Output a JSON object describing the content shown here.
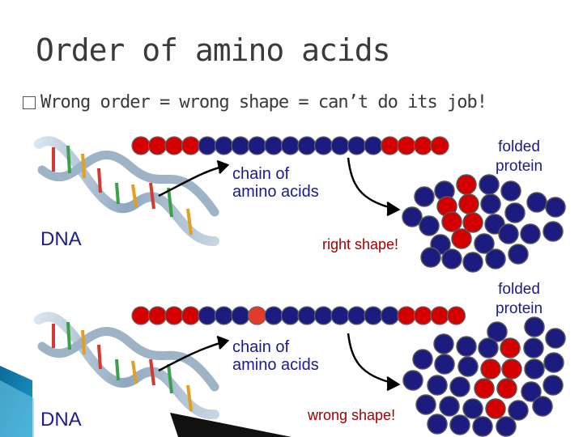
{
  "slide": {
    "title": "Order of amino acids",
    "bullet": "Wrong order = wrong shape = can’t do its job!"
  },
  "top_panel": {
    "dna_label": "DNA",
    "chain_label_1": "chain of",
    "chain_label_2": "amino acids",
    "folded_label_1": "folded",
    "folded_label_2": "protein",
    "result_label": "right shape!"
  },
  "bottom_panel": {
    "dna_label": "DNA",
    "chain_label_1": "chain of",
    "chain_label_2": "amino acids",
    "folded_label_1": "folded",
    "folded_label_2": "protein",
    "result_label": "wrong shape!"
  },
  "colors": {
    "red_bead": "#d40000",
    "blue_bead": "#1c1c80",
    "wrong_bead": "#e43a2a",
    "label_blue": "#1b1b8c",
    "label_red": "#a00000"
  },
  "chains": {
    "top": [
      "red",
      "red",
      "red",
      "red",
      "blue",
      "blue",
      "blue",
      "blue",
      "blue",
      "blue",
      "blue",
      "blue",
      "blue",
      "blue",
      "blue",
      "red",
      "red",
      "red",
      "red"
    ],
    "bottom": [
      "red",
      "red",
      "red",
      "red",
      "blue",
      "blue",
      "blue",
      "orange",
      "blue",
      "blue",
      "blue",
      "blue",
      "blue",
      "blue",
      "blue",
      "blue",
      "red",
      "red",
      "red",
      "red"
    ]
  }
}
